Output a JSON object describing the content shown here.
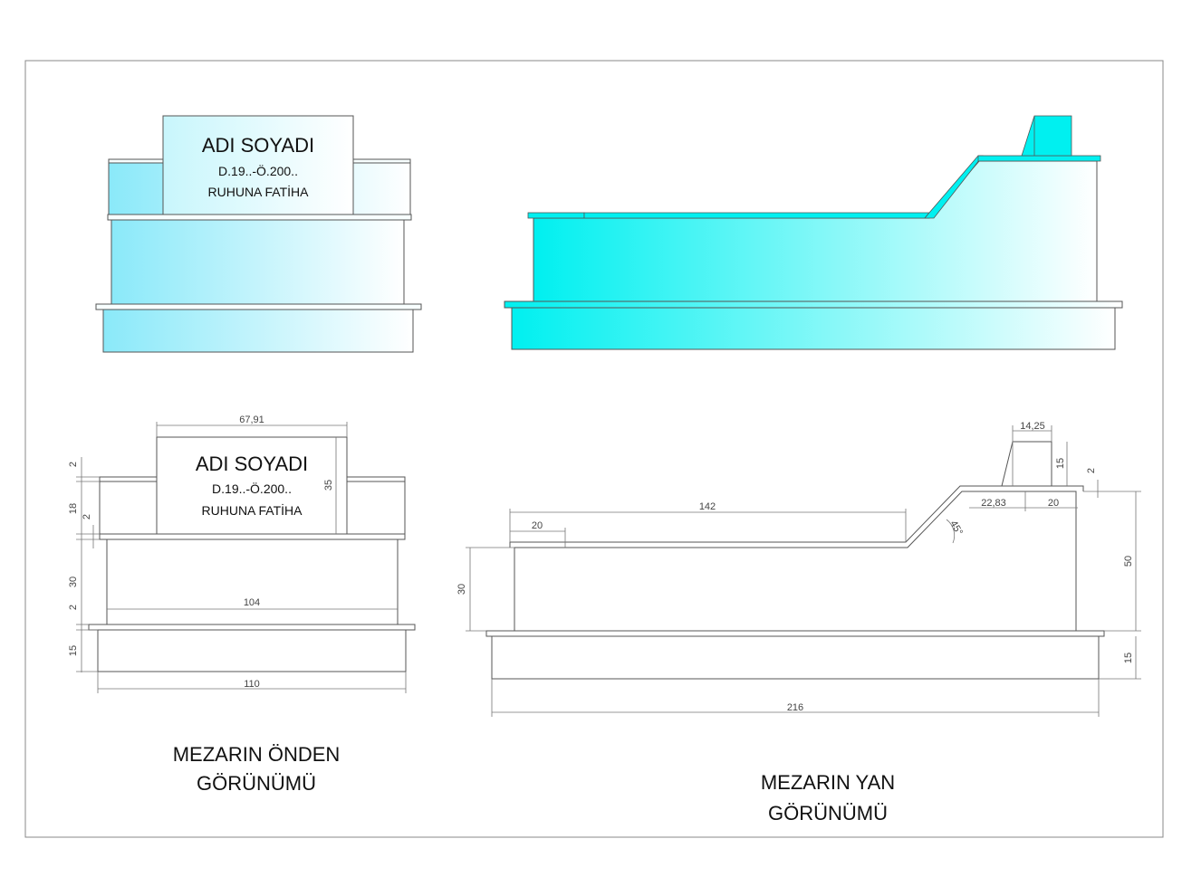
{
  "plate": {
    "name": "ADI SOYADI",
    "dates": "D.19..-Ö.200..",
    "prayer": "RUHUNA FATİHA"
  },
  "captions": {
    "front_line1": "MEZARIN ÖNDEN",
    "front_line2": "GÖRÜNÜMÜ",
    "side_line1": "MEZARIN YAN",
    "side_line2": "GÖRÜNÜMÜ"
  },
  "dimensions": {
    "front": {
      "plate_width": "67,91",
      "plate_height": "35",
      "cap_thickness": "2",
      "upper_height": "18",
      "upper_gap": "2",
      "body_height": "30",
      "base_gap": "2",
      "base_height": "15",
      "body_width": "104",
      "base_width": "110"
    },
    "side": {
      "top_width": "14,25",
      "top_height": "15",
      "top_gap": "2",
      "step_width": "22,83",
      "step_end": "20",
      "lid_length": "142",
      "lid_front": "20",
      "angle": "45°",
      "body_height": "30",
      "total_height": "50",
      "base_height": "15",
      "total_length": "216"
    }
  },
  "colors": {
    "cyan": "#00f0f0",
    "light_cyan": "#8ae9f9",
    "outline": "#555555"
  }
}
